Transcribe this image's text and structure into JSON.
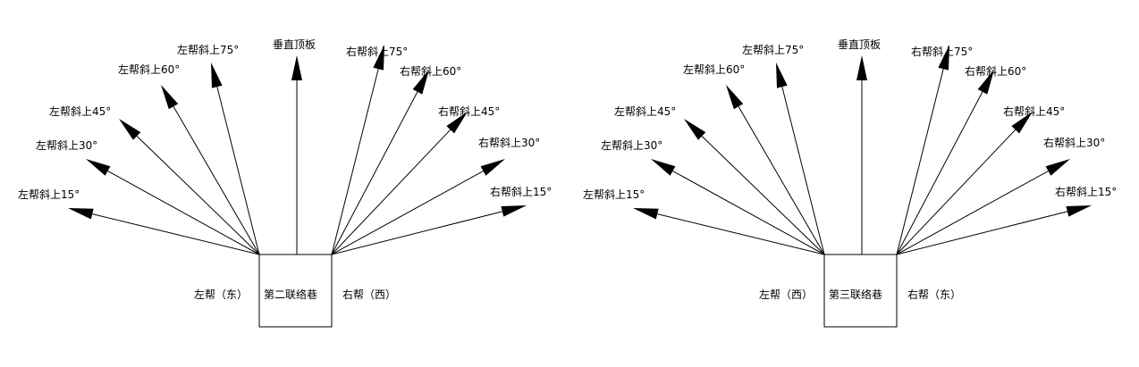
{
  "diagrams": [
    {
      "box_label": "第二联络巷",
      "left_side": "左帮（东）",
      "right_side": "右帮（西）",
      "rays": [
        "左帮斜上15°",
        "左帮斜上30°",
        "左帮斜上45°",
        "左帮斜上60°",
        "左帮斜上75°",
        "垂直顶板",
        "右帮斜上75°",
        "右帮斜上60°",
        "右帮斜上45°",
        "右帮斜上30°",
        "右帮斜上15°"
      ]
    },
    {
      "box_label": "第三联络巷",
      "left_side": "左帮（西）",
      "right_side": "右帮（东）",
      "rays": [
        "左帮斜上15°",
        "左帮斜上30°",
        "左帮斜上45°",
        "左帮斜上60°",
        "左帮斜上75°",
        "垂直顶板",
        "右帮斜上75°",
        "右帮斜上60°",
        "右帮斜上45°",
        "右帮斜上30°",
        "右帮斜上15°"
      ]
    }
  ]
}
